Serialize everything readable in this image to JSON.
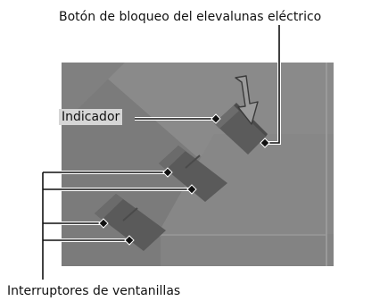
{
  "labels": {
    "lock_button": "Botón de bloqueo del elevalunas eléctrico",
    "indicator": "Indicador",
    "window_switches": "Interruptores de ventanillas"
  },
  "colors": {
    "panel": "#7d7d7d",
    "panel_light": "#8e8e8e",
    "switch": "#595959",
    "switch_top": "#6a6a6a",
    "leader_line": "#111111",
    "text": "#111111"
  },
  "icons": {
    "press_arrow": "down-arrow-icon"
  }
}
